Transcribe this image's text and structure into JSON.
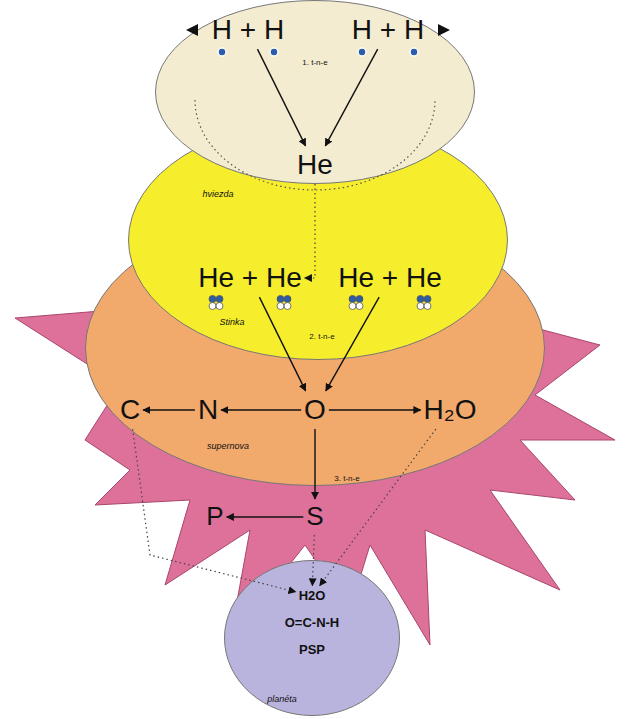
{
  "diagram": {
    "nodes": [
      {
        "text": [
          "hviezda"
        ]
      },
      {
        "text": [
          "H + H"
        ],
        "in": 0
      },
      {
        "text": [
          "H + H"
        ],
        "in": 0
      },
      {
        "text": [
          "He"
        ],
        "in": 0
      },
      {
        "text": [
          "Stinka"
        ]
      },
      {
        "text": [
          "He + He"
        ],
        "in": 4
      },
      {
        "text": [
          "He + He"
        ],
        "in": 4
      },
      {
        "text": [
          "supernova"
        ]
      },
      {
        "text": [
          "C"
        ],
        "in": 7
      },
      {
        "text": [
          "N"
        ],
        "in": 7
      },
      {
        "text": [
          "O"
        ],
        "in": 7
      },
      {
        "text": [
          "H₂O"
        ],
        "in": 7
      },
      {
        "text": [
          "P"
        ]
      },
      {
        "text": [
          "S"
        ]
      },
      {
        "text": [
          "planéta"
        ]
      },
      {
        "text": [
          "H2O"
        ],
        "in": 14
      },
      {
        "text": [
          "O=C-N-H"
        ],
        "in": 14
      },
      {
        "text": [
          "PSP"
        ],
        "in": 14
      }
    ],
    "edges": [
      {
        "from": 1,
        "to": 3,
        "label": "1. t-n-e",
        "arrow": "to"
      },
      {
        "from": 2,
        "to": 3,
        "arrow": "to"
      },
      {
        "from": 3,
        "to": 5,
        "arrow": "to"
      },
      {
        "from": 5,
        "to": 10,
        "label": "2. t-n-e",
        "arrow": "to"
      },
      {
        "from": 6,
        "to": 10,
        "arrow": "to"
      },
      {
        "from": 10,
        "to": 9,
        "arrow": "to"
      },
      {
        "from": 9,
        "to": 8,
        "arrow": "to"
      },
      {
        "from": 10,
        "to": 11,
        "arrow": "to"
      },
      {
        "from": 10,
        "to": 13,
        "label": "3. t-n-e",
        "arrow": "to"
      },
      {
        "from": 13,
        "to": 12,
        "arrow": "to"
      },
      {
        "from": 8,
        "to": 15,
        "arrow": "to"
      },
      {
        "from": 13,
        "to": 15,
        "arrow": "to"
      },
      {
        "from": 11,
        "to": 15,
        "arrow": "to"
      }
    ]
  }
}
